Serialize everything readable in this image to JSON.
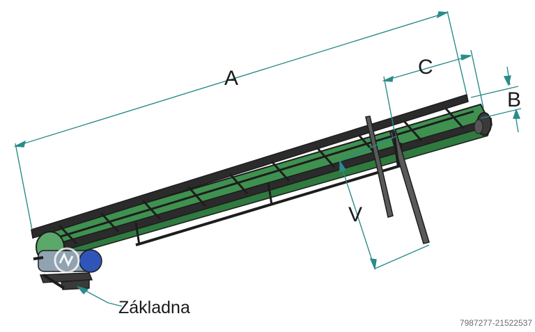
{
  "diagram": {
    "dimension_labels": {
      "a": "A",
      "b": "B",
      "c": "C",
      "v": "V"
    },
    "callout": "Základna",
    "image_id": "7987277-21522537"
  },
  "colors": {
    "frame": "#1d1d1d",
    "belt": "#3f9150",
    "belt_dark": "#2f7a3f",
    "dimension_line": "#2a8b8b",
    "motor": "#2f55b8",
    "motor_housing": "#8fa3b0",
    "drum": "#5aa86a"
  }
}
